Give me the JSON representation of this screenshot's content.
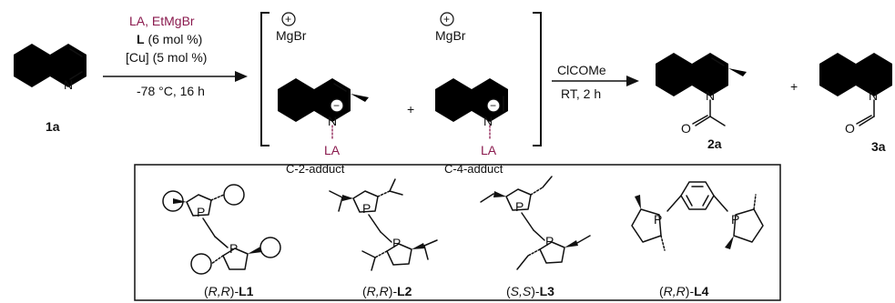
{
  "reaction": {
    "reagents_line1_a": "LA",
    "reagents_line1_sep": ", ",
    "reagents_line1_b": "EtMgBr",
    "reagents_line2_bold": "L",
    "reagents_line2_rest": " (6 mol %)",
    "reagents_line3": "[Cu] (5 mol %)",
    "conditions": "-78 °C, 16 h",
    "quench_reagent": "ClCOMe",
    "quench_conditions": "RT,  2 h"
  },
  "compounds": {
    "start": "1a",
    "c2_adduct": "C-2-adduct",
    "c4_adduct": "C-4-adduct",
    "product_2": "2a",
    "product_3": "3a"
  },
  "atoms": {
    "N": "N",
    "P": "P",
    "MgBr": "MgBr",
    "LA": "LA",
    "O": "O",
    "plus_charge": "+",
    "minus_charge": "−"
  },
  "operators": {
    "plus": "+"
  },
  "ligands": [
    {
      "prefix": "(",
      "stereo": "R,R",
      "suffix": ")-",
      "id": "L1"
    },
    {
      "prefix": "(",
      "stereo": "R,R",
      "suffix": ")-",
      "id": "L2"
    },
    {
      "prefix": "(",
      "stereo": "S,S",
      "suffix": ")-",
      "id": "L3"
    },
    {
      "prefix": "(",
      "stereo": "R,R",
      "suffix": ")-",
      "id": "L4"
    }
  ],
  "colors": {
    "lewis_acid": "#8a1a4e",
    "ethyl": "#1533d6",
    "ink": "#111111"
  }
}
